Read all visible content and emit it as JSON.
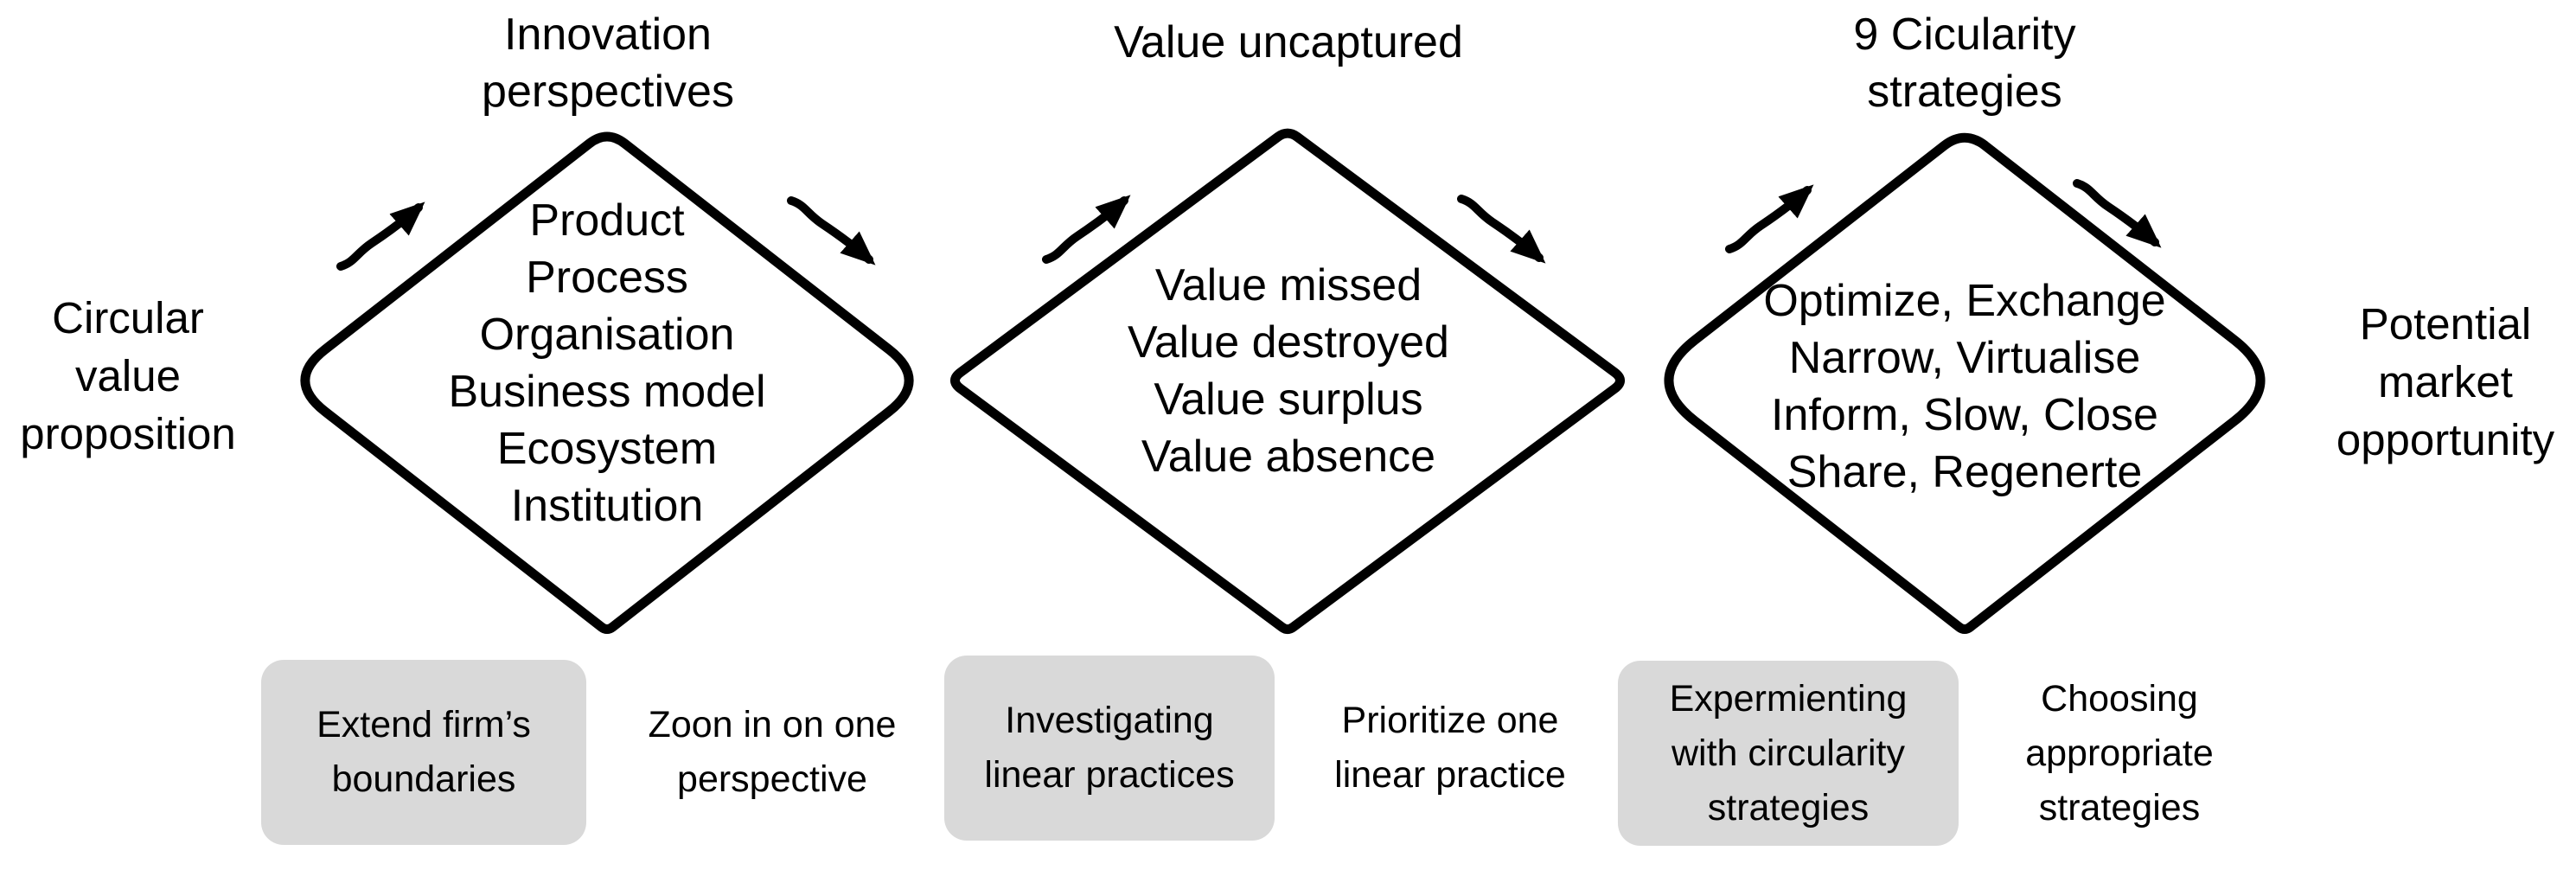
{
  "diagram": {
    "left_label": "Circular\nvalue\nproposition",
    "right_label": "Potential\nmarket\nopportunity",
    "stages": [
      {
        "title": "Innovation\nperspectives",
        "items": "Product\nProcess\nOrganisation\nBusiness model\nEcosystem\nInstitution",
        "activity": "Extend firm’s\nboundaries",
        "transition": "Zoon in on one\nperspective"
      },
      {
        "title": "Value uncaptured",
        "items": "Value missed\nValue destroyed\nValue surplus\nValue absence",
        "activity": "Investigating\nlinear practices",
        "transition": "Prioritize one\nlinear practice"
      },
      {
        "title": "9 Cicularity\nstrategies",
        "items": "Optimize, Exchange\nNarrow, Virtualise\nInform, Slow, Close\nShare, Regenerte",
        "activity": "Expermienting\nwith circularity\nstrategies",
        "transition": "Choosing\nappropriate\nstrategies"
      }
    ],
    "colors": {
      "stroke": "#000000",
      "activity_box_bg": "#d9d9d9",
      "text": "#000000"
    }
  }
}
